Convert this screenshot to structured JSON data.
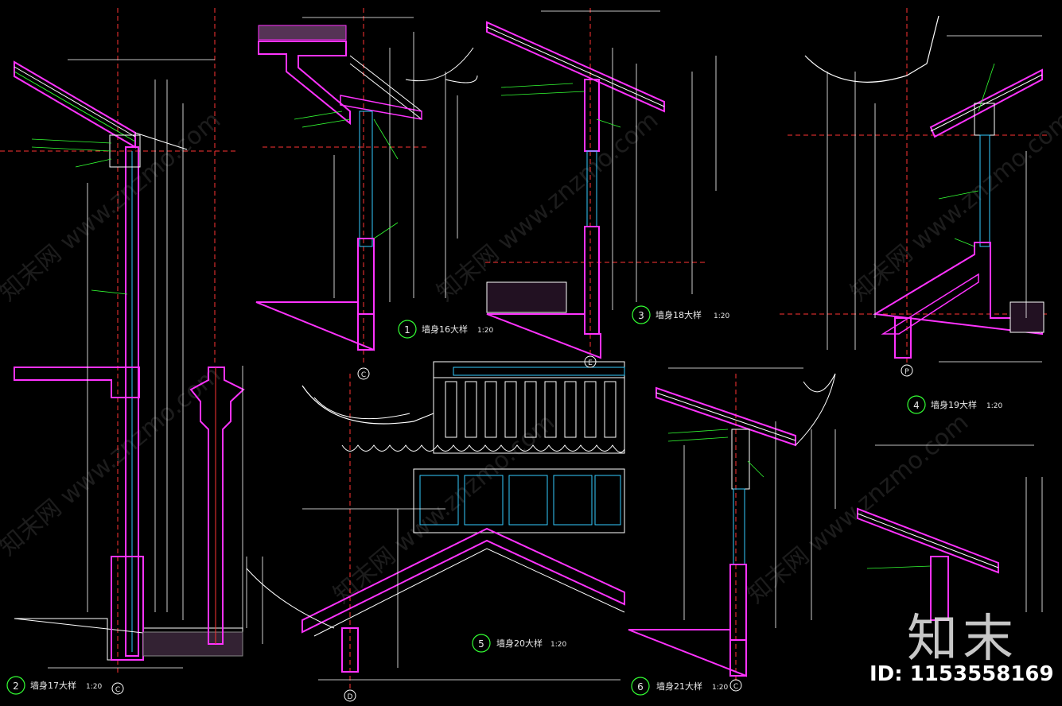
{
  "details": [
    {
      "id": "1",
      "title": "墙身16大样",
      "scale": "1:20",
      "axis": "C"
    },
    {
      "id": "2",
      "title": "墙身17大样",
      "scale": "1:20",
      "axis": "C"
    },
    {
      "id": "3",
      "title": "墙身18大样",
      "scale": "1:20",
      "axis": "E"
    },
    {
      "id": "4",
      "title": "墙身19大样",
      "scale": "1:20",
      "axis": "P"
    },
    {
      "id": "5",
      "title": "墙身20大样",
      "scale": "1:20",
      "axis": "D"
    },
    {
      "id": "6",
      "title": "墙身21大样",
      "scale": "1:20",
      "axis": "C"
    }
  ],
  "watermark": {
    "site": "知末网 www.znzmo.com",
    "logo": "知末",
    "id_label": "ID: 1153558169"
  },
  "colors": {
    "background": "#000000",
    "wall": "#ff33ff",
    "dimension": "#ffffff",
    "leader": "#33ff33",
    "axis": "#ff3333",
    "annotation": "#ffff66",
    "window": "#33ccff"
  }
}
